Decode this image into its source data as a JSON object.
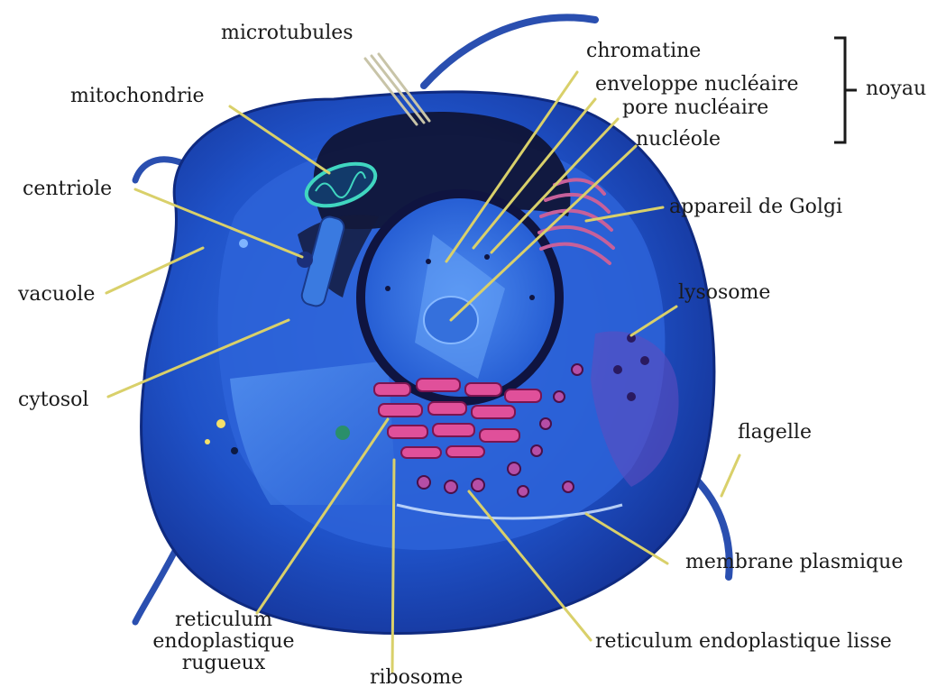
{
  "labels": {
    "microtubules": "microtubules",
    "mitochondrie": "mitochondrie",
    "centriole": "centriole",
    "vacuole": "vacuole",
    "cytosol": "cytosol",
    "chromatine": "chromatine",
    "enveloppe": "enveloppe nucléaire",
    "pore": "pore nucléaire",
    "nucleole": "nucléole",
    "noyau": "noyau",
    "golgi": "appareil de Golgi",
    "lysosome": "lysosome",
    "flagelle": "flagelle",
    "membrane": "membrane plasmique",
    "rel": "reticulum endoplastique lisse",
    "ribosome": "ribosome",
    "rer_1": "reticulum",
    "rer_2": "endoplastique",
    "rer_3": "rugueux"
  },
  "colors": {
    "cell_body": "#1e4fc4",
    "cell_dark": "#0d2a8a",
    "cytoplasm_light": "#3f7be6",
    "nucleus": "#2f6fe0",
    "envelope": "#1b1b2e",
    "er": "#e0509a",
    "mito": "#36c7b0",
    "leader": "#d9d06a"
  }
}
